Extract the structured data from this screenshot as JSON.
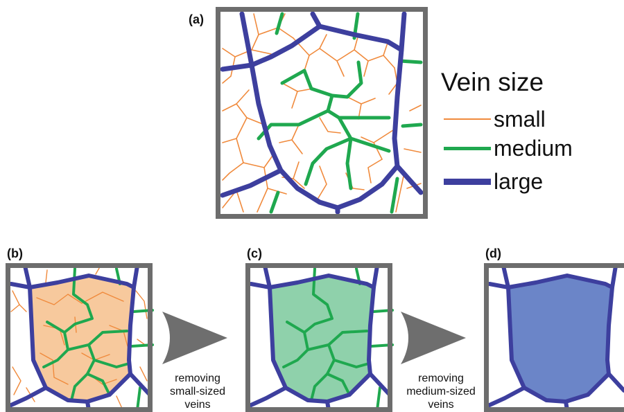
{
  "panels": {
    "a": "(a)",
    "b": "(b)",
    "c": "(c)",
    "d": "(d)"
  },
  "legend": {
    "title": "Vein size",
    "items": [
      {
        "label": "small",
        "color": "#f08a3c"
      },
      {
        "label": "medium",
        "color": "#1fa84f"
      },
      {
        "label": "large",
        "color": "#3d3f9e"
      }
    ]
  },
  "arrows": [
    {
      "caption_lines": [
        "removing",
        "small-sized",
        "veins"
      ]
    },
    {
      "caption_lines": [
        "removing",
        "medium-sized",
        "veins"
      ]
    }
  ],
  "colors": {
    "frame": "#6d6d6d",
    "arrow": "#6e6e6e",
    "small_area_fill": "#f7c99d",
    "medium_area_fill": "#8fd1ab",
    "large_area_fill": "#6b85c8"
  }
}
